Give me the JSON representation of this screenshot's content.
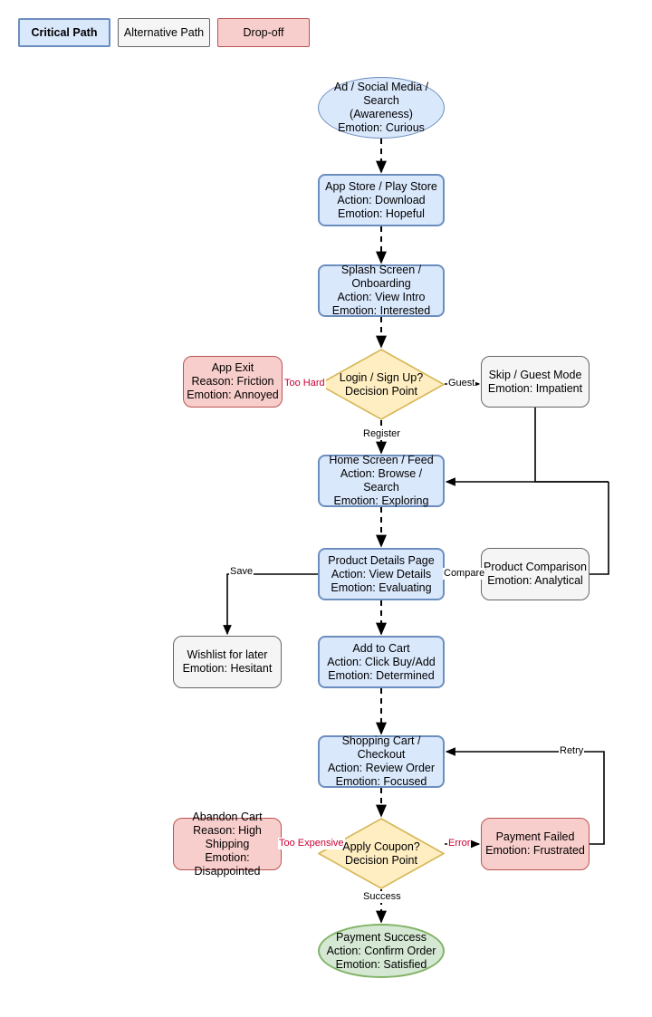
{
  "legend": {
    "items": [
      {
        "id": "critical",
        "label": "Critical Path",
        "fill": "#dae8fc",
        "stroke": "#6c8ebf"
      },
      {
        "id": "alternative",
        "label": "Alternative Path",
        "fill": "#f5f5f5",
        "stroke": "#666666"
      },
      {
        "id": "dropoff",
        "label": "Drop-off",
        "fill": "#f8cecc",
        "stroke": "#b85450"
      }
    ]
  },
  "nodes": {
    "awareness": {
      "l1": "Ad / Social Media /",
      "l2": "Search",
      "l3": "(Awareness)",
      "l4": "Emotion: Curious"
    },
    "app_store": {
      "l1": "App Store / Play Store",
      "l2": "Action: Download",
      "l3": "Emotion: Hopeful"
    },
    "splash": {
      "l1": "Splash Screen /",
      "l2": "Onboarding",
      "l3": "Action: View Intro",
      "l4": "Emotion: Interested"
    },
    "login_decision": {
      "l1": "Login / Sign Up?",
      "l2": "Decision Point"
    },
    "app_exit": {
      "l1": "App Exit",
      "l2": "Reason: Friction",
      "l3": "Emotion: Annoyed"
    },
    "guest_mode": {
      "l1": "Skip / Guest Mode",
      "l2": "Emotion: Impatient"
    },
    "home_screen": {
      "l1": "Home Screen / Feed",
      "l2": "Action: Browse / Search",
      "l3": "Emotion: Exploring"
    },
    "product_details": {
      "l1": "Product Details Page",
      "l2": "Action: View Details",
      "l3": "Emotion: Evaluating"
    },
    "product_compare": {
      "l1": "Product Comparison",
      "l2": "Emotion: Analytical"
    },
    "wishlist": {
      "l1": "Wishlist for later",
      "l2": "Emotion: Hesitant"
    },
    "add_to_cart": {
      "l1": "Add to Cart",
      "l2": "Action: Click Buy/Add",
      "l3": "Emotion: Determined"
    },
    "shopping_cart": {
      "l1": "Shopping Cart / Checkout",
      "l2": "Action: Review Order",
      "l3": "Emotion: Focused"
    },
    "coupon_decision": {
      "l1": "Apply Coupon?",
      "l2": "Decision Point"
    },
    "abandon_cart": {
      "l1": "Abandon Cart",
      "l2": "Reason: High",
      "l3": "Shipping",
      "l4": "Emotion:",
      "l5": "Disappointed"
    },
    "payment_failed": {
      "l1": "Payment Failed",
      "l2": "Emotion: Frustrated"
    },
    "payment_success": {
      "l1": "Payment Success",
      "l2": "Action: Confirm Order",
      "l3": "Emotion: Satisfied"
    }
  },
  "edge_labels": {
    "too_hard": "Too Hard",
    "guest": "Guest",
    "register": "Register",
    "save": "Save",
    "compare": "Compare",
    "retry": "Retry",
    "too_expensive": "Too Expensive",
    "error": "Error",
    "success": "Success"
  },
  "colors": {
    "critical_fill": "#dae8fc",
    "critical_stroke": "#6c8ebf",
    "alt_fill": "#f5f5f5",
    "alt_stroke": "#666666",
    "drop_fill": "#f8cecc",
    "drop_stroke": "#b85450",
    "decision_fill": "#ffeec2",
    "decision_stroke": "#d6b656",
    "success_fill": "#d5e8d4",
    "success_stroke": "#82b366",
    "edge": "#000000",
    "drop_label": "#cc0033"
  }
}
